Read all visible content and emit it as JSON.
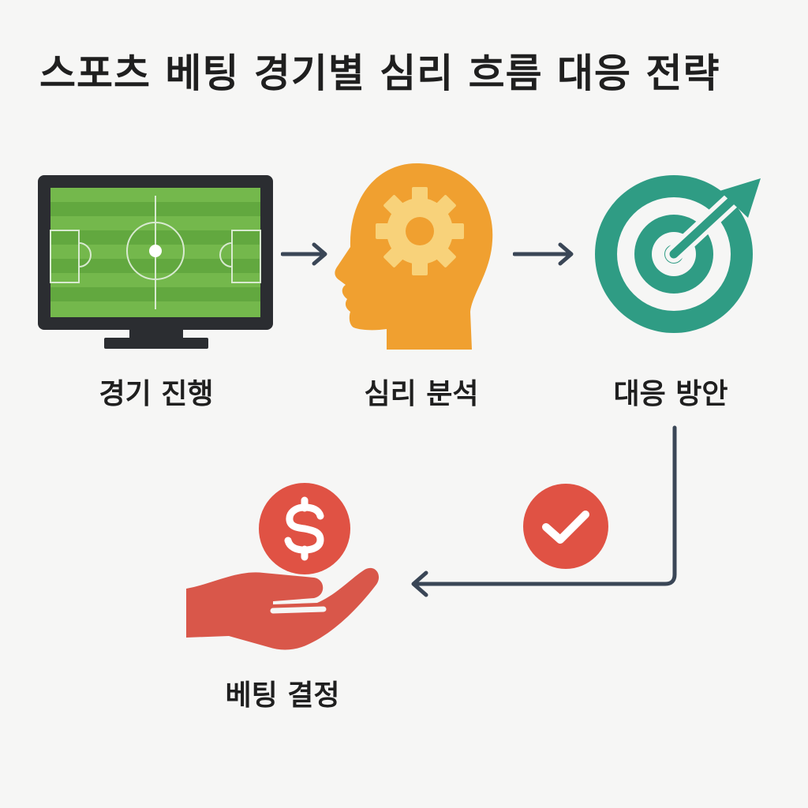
{
  "title": "스포츠 베팅 경기별 심리 흐름 대응 전략",
  "steps": [
    {
      "label": "경기 진행",
      "icon": "tv-soccer-field-icon"
    },
    {
      "label": "심리 분석",
      "icon": "head-gear-icon"
    },
    {
      "label": "대응 방안",
      "icon": "target-arrow-icon"
    },
    {
      "label": "베팅 결정",
      "icon": "hand-dollar-coin-icon"
    }
  ],
  "colors": {
    "background": "#f6f6f5",
    "tv_frame": "#2b2d31",
    "field_green": "#62a83f",
    "field_stripe": "#74b84c",
    "head_orange": "#f0a030",
    "gear_yellow": "#f8d27a",
    "target_teal": "#2f9c84",
    "coin_red": "#e05244",
    "hand_red": "#d9574a",
    "arrow_navy": "#3a4656"
  }
}
